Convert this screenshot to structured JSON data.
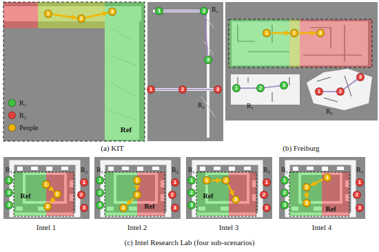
{
  "diagram": {
    "nodes": [
      {
        "text": [
          "1"
        ]
      },
      {
        "text": [
          "2"
        ]
      },
      {
        "text": [
          "3"
        ]
      },
      {
        "text": [
          "1"
        ]
      },
      {
        "text": [
          "2"
        ]
      },
      {
        "text": [
          "3"
        ]
      },
      {
        "text": [
          "1"
        ]
      },
      {
        "text": [
          "2"
        ]
      },
      {
        "text": [
          "3"
        ]
      },
      {
        "text": [
          "1"
        ]
      },
      {
        "text": [
          "2"
        ]
      },
      {
        "text": [
          "3"
        ]
      },
      {
        "text": [
          "1"
        ]
      },
      {
        "text": [
          "2"
        ]
      },
      {
        "text": [
          "3"
        ]
      },
      {
        "text": [
          "1"
        ]
      },
      {
        "text": [
          "2"
        ]
      },
      {
        "text": [
          "3"
        ]
      },
      {
        "text": [
          "1"
        ]
      },
      {
        "text": [
          "2"
        ]
      },
      {
        "text": [
          "3"
        ]
      },
      {
        "text": [
          "1"
        ]
      },
      {
        "text": [
          "2"
        ]
      },
      {
        "text": [
          "3"
        ]
      },
      {
        "text": [
          "1"
        ]
      },
      {
        "text": [
          "2"
        ]
      },
      {
        "text": [
          "3"
        ]
      },
      {
        "text": [
          "1"
        ]
      },
      {
        "text": [
          "2"
        ]
      },
      {
        "text": [
          "3"
        ]
      },
      {
        "text": [
          "1"
        ]
      },
      {
        "text": [
          "2"
        ]
      },
      {
        "text": [
          "3"
        ]
      },
      {
        "text": [
          "1"
        ]
      },
      {
        "text": [
          "2"
        ]
      },
      {
        "text": [
          "3"
        ]
      },
      {
        "text": [
          "1"
        ]
      },
      {
        "text": [
          "2"
        ]
      },
      {
        "text": [
          "3"
        ]
      },
      {
        "text": [
          "1"
        ]
      },
      {
        "text": [
          "2"
        ]
      },
      {
        "text": [
          "3"
        ]
      },
      {
        "text": [
          "1"
        ]
      },
      {
        "text": [
          "2"
        ]
      },
      {
        "text": [
          "3"
        ]
      },
      {
        "text": [
          "1"
        ]
      },
      {
        "text": [
          "2"
        ]
      },
      {
        "text": [
          "3"
        ]
      },
      {
        "text": [
          "1"
        ]
      },
      {
        "text": [
          "2"
        ]
      },
      {
        "text": [
          "3"
        ]
      },
      {
        "text": [
          "1"
        ]
      },
      {
        "text": [
          "2"
        ]
      },
      {
        "text": [
          "3"
        ]
      }
    ],
    "edges": [
      {
        "from": 0,
        "to": 1,
        "arrow": "to"
      },
      {
        "from": 1,
        "to": 2,
        "arrow": "to"
      },
      {
        "from": 3,
        "to": 4,
        "arrow": "none"
      },
      {
        "from": 4,
        "to": 5,
        "arrow": "none"
      },
      {
        "from": 6,
        "to": 7,
        "arrow": "none"
      },
      {
        "from": 7,
        "to": 8,
        "arrow": "none"
      },
      {
        "from": 9,
        "to": 10,
        "arrow": "to"
      },
      {
        "from": 10,
        "to": 11,
        "arrow": "to"
      },
      {
        "from": 12,
        "to": 13,
        "arrow": "none"
      },
      {
        "from": 13,
        "to": 14,
        "arrow": "none"
      },
      {
        "from": 15,
        "to": 16,
        "arrow": "none"
      },
      {
        "from": 16,
        "to": 17,
        "arrow": "none"
      },
      {
        "from": 18,
        "to": 19,
        "arrow": "to"
      },
      {
        "from": 19,
        "to": 20,
        "arrow": "to"
      },
      {
        "from": 27,
        "to": 28,
        "arrow": "to"
      },
      {
        "from": 28,
        "to": 29,
        "arrow": "to"
      },
      {
        "from": 36,
        "to": 37,
        "arrow": "to"
      },
      {
        "from": 37,
        "to": 38,
        "arrow": "to"
      },
      {
        "from": 45,
        "to": 46,
        "arrow": "to"
      },
      {
        "from": 46,
        "to": 47,
        "arrow": "to"
      }
    ],
    "labels": [
      "Ref",
      "R₁",
      "R₂",
      "(a) KIT",
      "R₁",
      "R₂",
      "(b) Freiburg",
      "R₁",
      "R₂",
      "Ref",
      "Intel 1",
      "R₁",
      "R₂",
      "Ref",
      "Intel 2",
      "R₁",
      "R₂",
      "Ref",
      "Intel 3",
      "R₁",
      "R₂",
      "Ref",
      "Intel 4",
      "(c) Intel Research Lab (four sub-scenarios)"
    ],
    "legend": [
      {
        "text": "R₁",
        "color": "#3ec43e"
      },
      {
        "text": "R₂",
        "color": "#e8403a"
      },
      {
        "text": "People",
        "color": "#f2b600"
      }
    ]
  }
}
